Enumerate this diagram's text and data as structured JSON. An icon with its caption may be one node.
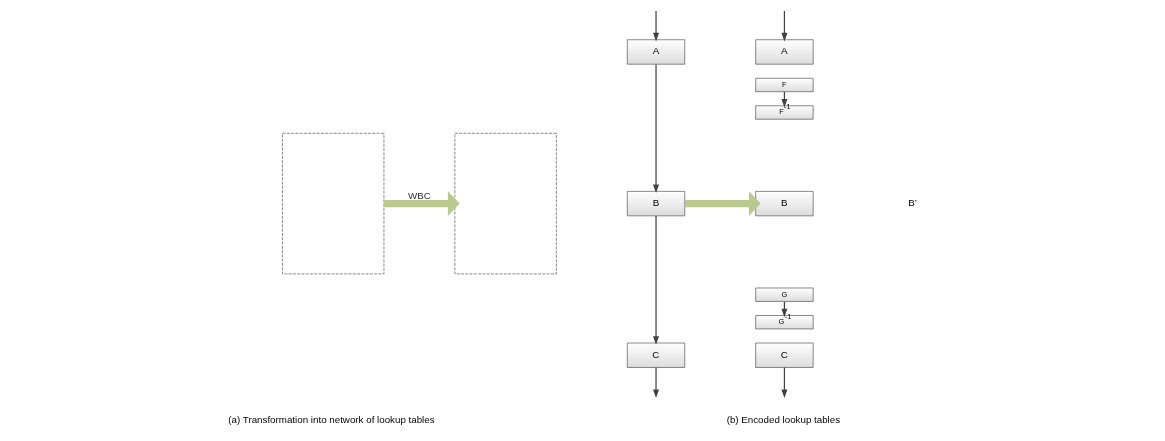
{
  "diagram": {
    "nodes": [
      {
        "text": [],
        "shape": "box"
      },
      {
        "text": [],
        "shape": "box"
      },
      {
        "text": [
          "A"
        ]
      },
      {
        "text": [
          "B"
        ]
      },
      {
        "text": [
          "C"
        ]
      },
      {
        "text": [
          "A"
        ]
      },
      {
        "text": [
          "F"
        ]
      },
      {
        "text": [
          "F$^{-1}$"
        ]
      },
      {
        "text": [
          "B"
        ]
      },
      {
        "text": [
          "G"
        ]
      },
      {
        "text": [
          "G$^{-1}$"
        ]
      },
      {
        "text": [
          "C"
        ]
      }
    ],
    "edges": [
      {
        "from": 0,
        "to": 1,
        "arrow": "to",
        "label": "WBC",
        "style": "thick",
        "color": "#b9c98f"
      },
      {
        "from": null,
        "to": 2,
        "arrow": "to"
      },
      {
        "from": 2,
        "to": 3,
        "arrow": "to"
      },
      {
        "from": 3,
        "to": 4,
        "arrow": "to"
      },
      {
        "from": 4,
        "to": null,
        "arrow": "to"
      },
      {
        "from": 3,
        "to": 8,
        "arrow": "to",
        "style": "thick",
        "color": "#b9c98f"
      },
      {
        "from": null,
        "to": 5,
        "arrow": "to"
      },
      {
        "from": 6,
        "to": 7,
        "arrow": "to"
      },
      {
        "from": 9,
        "to": 10,
        "arrow": "to"
      },
      {
        "from": 11,
        "to": null,
        "arrow": "to"
      }
    ],
    "labels": [
      "B’",
      "(a) Transformation into network of lookup tables",
      "(b) Encoded lookup tables"
    ]
  }
}
